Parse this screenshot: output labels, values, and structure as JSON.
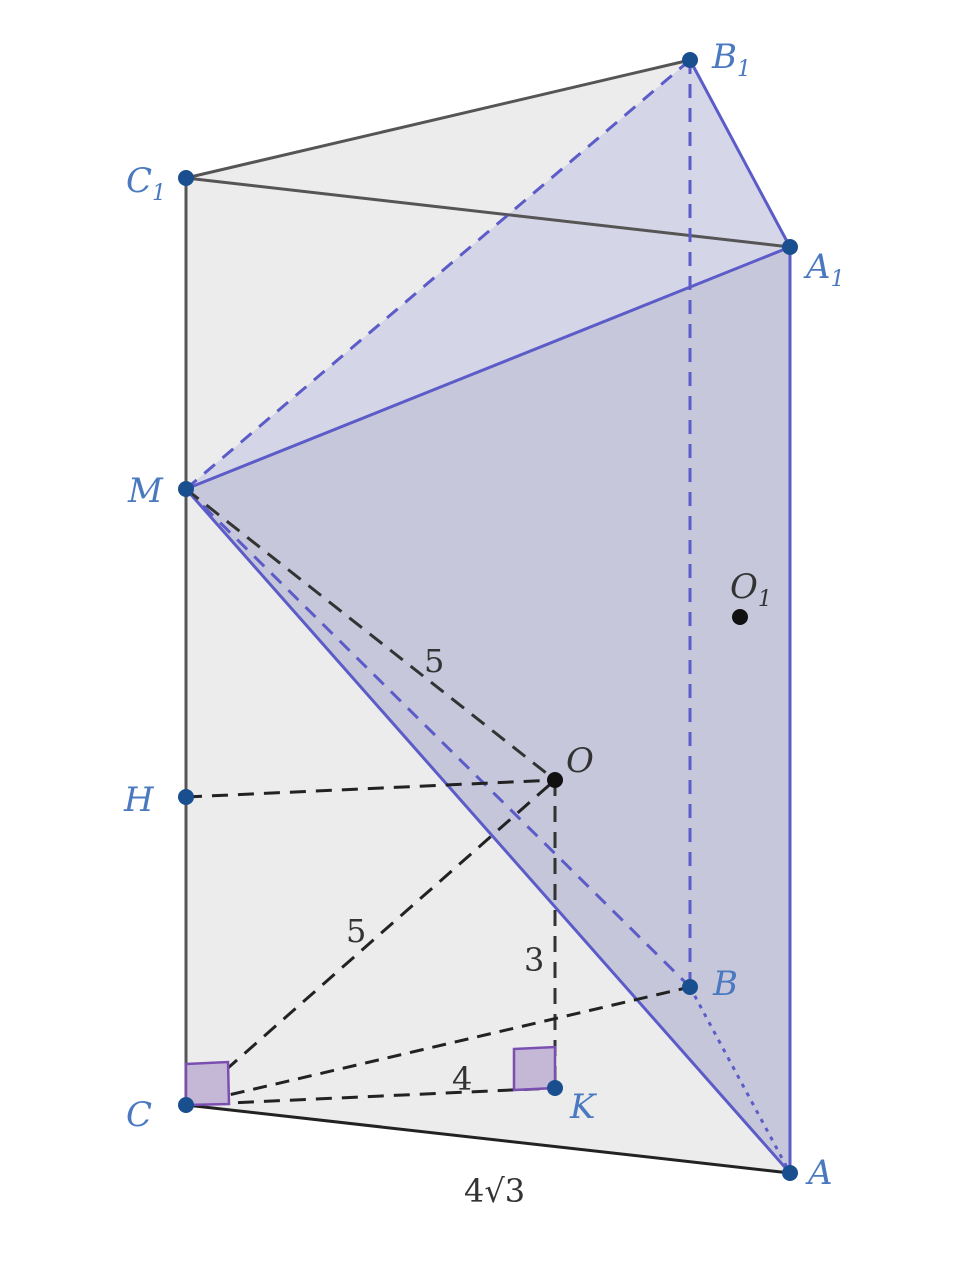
{
  "colors": {
    "point": "#1a4f8f",
    "label": "#4a79c0",
    "edge": "#555555",
    "plane_edge": "#5c5cc8",
    "prism_fill": "#ececec",
    "plane_fill": "#c5c5da",
    "top_fill": "#d4d4e8",
    "right_angle_fill": "#c5b7d6",
    "right_angle_stroke": "#7a4fb0"
  },
  "points": {
    "B1": {
      "name": "B",
      "sub": "1"
    },
    "C1": {
      "name": "C",
      "sub": "1"
    },
    "A1": {
      "name": "A",
      "sub": "1"
    },
    "M": {
      "name": "M",
      "sub": ""
    },
    "O1": {
      "name": "O",
      "sub": "1"
    },
    "O": {
      "name": "O",
      "sub": ""
    },
    "H": {
      "name": "H",
      "sub": ""
    },
    "B": {
      "name": "B",
      "sub": ""
    },
    "C": {
      "name": "C",
      "sub": ""
    },
    "K": {
      "name": "K",
      "sub": ""
    },
    "A": {
      "name": "A",
      "sub": ""
    }
  },
  "measures": {
    "MO": "5",
    "CO": "5",
    "OK": "3",
    "CK": "4",
    "CA": "4√3"
  }
}
